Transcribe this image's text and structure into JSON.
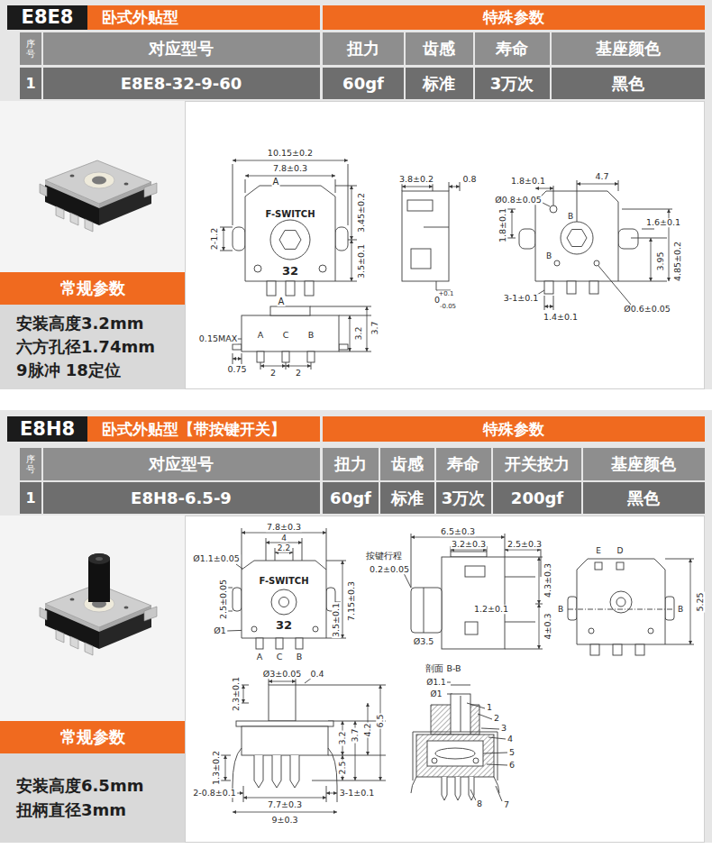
{
  "diagram": {
    "nodes": [
      {
        "text": [
          "E8E8"
        ]
      },
      {
        "text": [
          "卧式外贴型"
        ]
      },
      {
        "text": [
          "特殊参数"
        ]
      },
      {
        "text": [
          "常规参数"
        ]
      },
      {
        "text": [
          "安装高度3.2mm",
          "六方孔径1.74mm",
          "9脉冲 18定位"
        ]
      },
      {
        "text": [
          "E8H8"
        ]
      },
      {
        "text": [
          "卧式外贴型【带按键开关】"
        ]
      },
      {
        "text": [
          "特殊参数"
        ]
      },
      {
        "text": [
          "常规参数"
        ]
      },
      {
        "text": [
          "安装高度6.5mm",
          "扭柄直径3mm"
        ]
      }
    ],
    "labels": [
      "序号",
      "对应型号",
      "扭力",
      "齿感",
      "寿命",
      "基座颜色",
      "1",
      "E8E8-32-9-60",
      "60gf",
      "标准",
      "3万次",
      "黑色",
      "10.15±0.2",
      "7.8±0.3",
      "A",
      "F-SWITCH",
      "2-1.2",
      "3.45±0.2",
      "3.5±0.1",
      "32",
      "A",
      "3.8±0.2",
      "0.8",
      "+0.1",
      "0",
      "-0.05",
      "1.8±0.1",
      "4.7",
      "Ø0.8±0.05",
      "B",
      "1.6±0.1",
      "1.8±0.1",
      "B",
      "3.95",
      "4.85±0.2",
      "3-1±0.1",
      "Ø0.6±0.05",
      "1.4±0.1",
      "0.15MAX",
      "A",
      "C",
      "B",
      "3.2",
      "3.7",
      "0.75",
      "2",
      "2",
      "序号",
      "对应型号",
      "扭力",
      "齿感",
      "寿命",
      "开关按力",
      "基座颜色",
      "1",
      "E8H8-6.5-9",
      "60gf",
      "标准",
      "3万次",
      "200gf",
      "黑色",
      "7.8±0.3",
      "4",
      "2.2",
      "Ø1.1±0.05",
      "2.5±0.05",
      "Ø1",
      "F-SWITCH",
      "32",
      "7.15±0.3",
      "3.5±0.1",
      "A",
      "C",
      "B",
      "6.5±0.3",
      "3.2±0.3",
      "2.5±0.3",
      "按键行程",
      "0.2±0.05",
      "4.3±0.3",
      "1.2±0.1",
      "4±0.3",
      "Ø3.5",
      "E",
      "D",
      "B",
      "B",
      "5.25",
      "Ø3±0.05",
      "0.4",
      "2.3±0.1",
      "3.2",
      "3.7",
      "4.2",
      "6.5",
      "1.3±0.2",
      "2.5",
      "2-0.8±0.1",
      "7.7±0.3",
      "3-1±0.1",
      "9±0.3",
      "剖面 B-B",
      "Ø1.1",
      "Ø1",
      "1",
      "2",
      "3",
      "4",
      "5",
      "6",
      "7",
      "8"
    ]
  }
}
